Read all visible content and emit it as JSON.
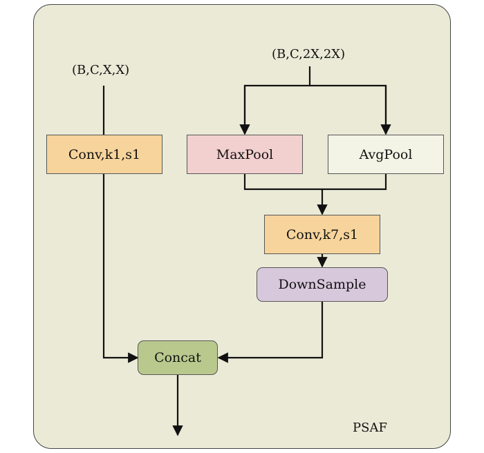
{
  "inputs": {
    "left_shape": "(B,C,X,X)",
    "right_shape": "(B,C,2X,2X)"
  },
  "nodes": {
    "conv_k1": "Conv,k1,s1",
    "maxpool": "MaxPool",
    "avgpool": "AvgPool",
    "conv_k7": "Conv,k7,s1",
    "downsample": "DownSample",
    "concat": "Concat"
  },
  "module_label": "PSAF",
  "colors": {
    "panel": "#eaead7",
    "conv": "#f7d49b",
    "maxpool": "#f2d0cf",
    "avgpool": "#f3f3e6",
    "downsample": "#d8c8dc",
    "concat": "#b9c98e"
  }
}
